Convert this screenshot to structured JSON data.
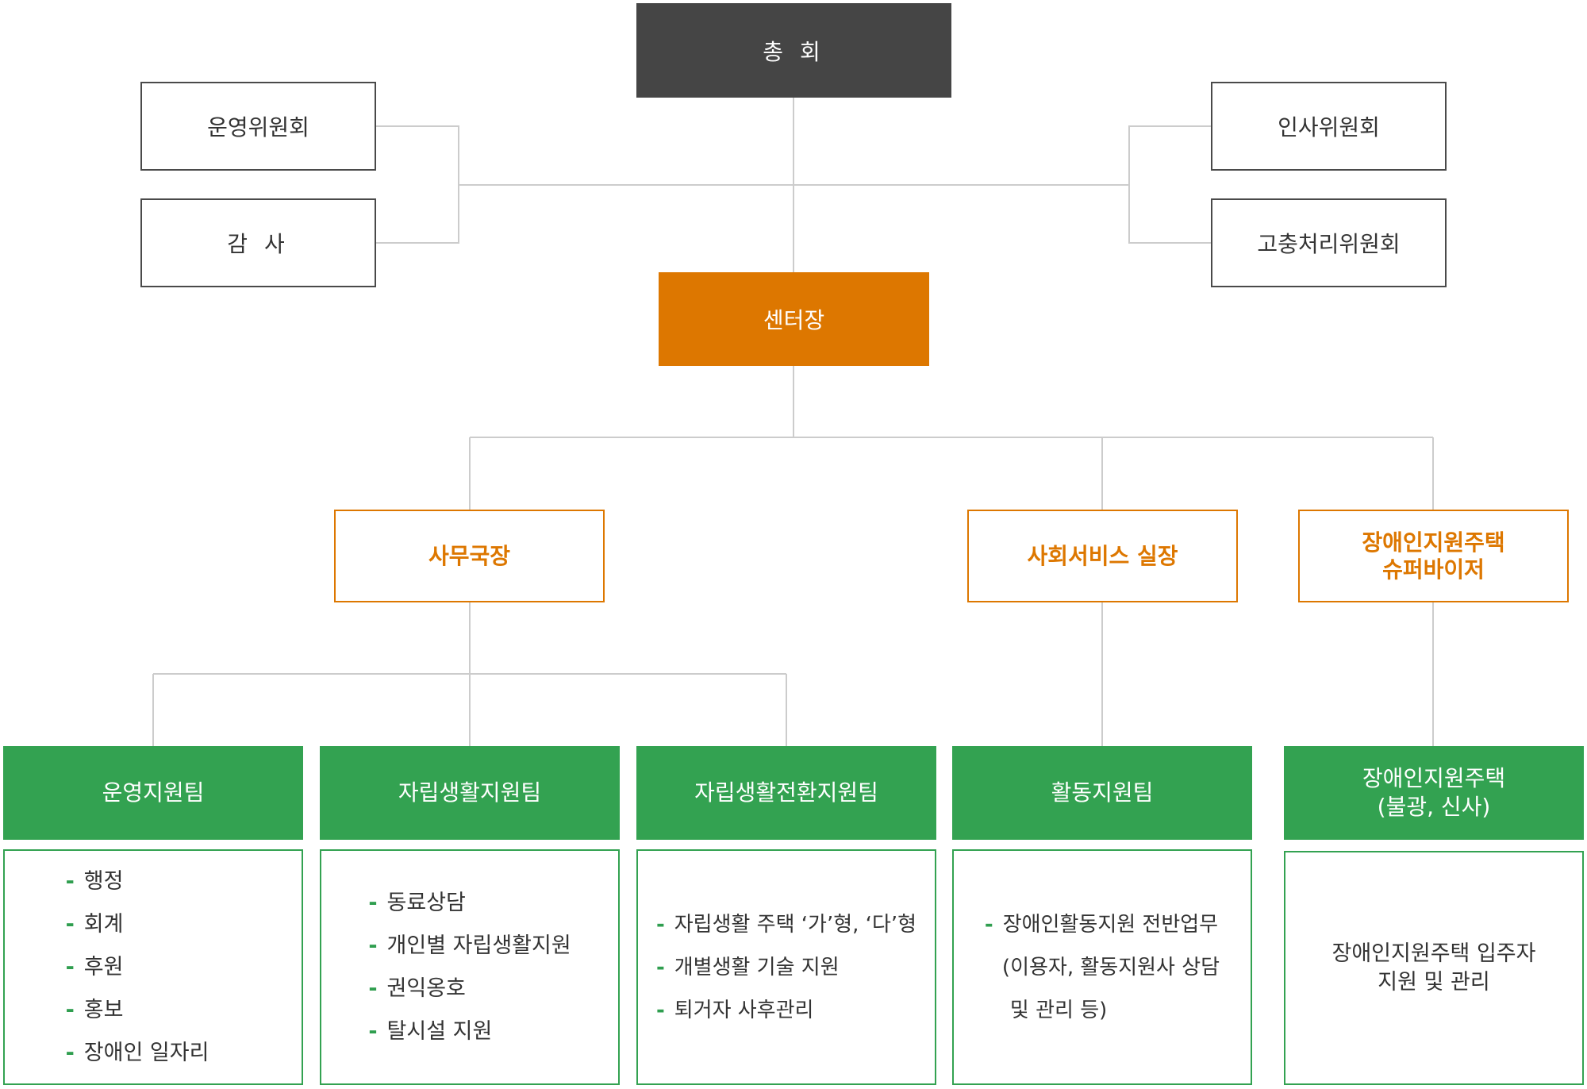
{
  "colors": {
    "dark": "#454545",
    "orange": "#dd7700",
    "green": "#33a251",
    "connector": "#cccccc",
    "outline": "#4a4a4a"
  },
  "top": {
    "general_assembly": "총 회"
  },
  "committees": {
    "operations": "운영위원회",
    "audit": "감 사",
    "personnel": "인사위원회",
    "grievance": "고충처리위원회"
  },
  "director": "센터장",
  "managers": {
    "secretary_general": "사무국장",
    "social_services_head": "사회서비스 실장",
    "housing_supervisor": [
      "장애인지원주택",
      "슈퍼바이저"
    ]
  },
  "teams": [
    {
      "name": [
        "운영지원팀"
      ],
      "duties": [
        "행정",
        "회계",
        "후원",
        "홍보",
        "장애인 일자리"
      ]
    },
    {
      "name": [
        "자립생활지원팀"
      ],
      "duties": [
        "동료상담",
        "개인별 자립생활지원",
        "권익옹호",
        "탈시설 지원"
      ]
    },
    {
      "name": [
        "자립생활전환지원팀"
      ],
      "duties": [
        "자립생활 주택 ‘가’형, ‘다’형",
        "개별생활 기술 지원",
        "퇴거자 사후관리"
      ]
    },
    {
      "name": [
        "활동지원팀"
      ],
      "duties": [
        "장애인활동지원 전반업무",
        "(이용자, 활동지원사 상담",
        "및 관리 등)"
      ]
    },
    {
      "name": [
        "장애인지원주택",
        "(불광, 신사)"
      ],
      "duties_plain": [
        "장애인지원주택 입주자",
        "지원 및 관리"
      ]
    }
  ]
}
